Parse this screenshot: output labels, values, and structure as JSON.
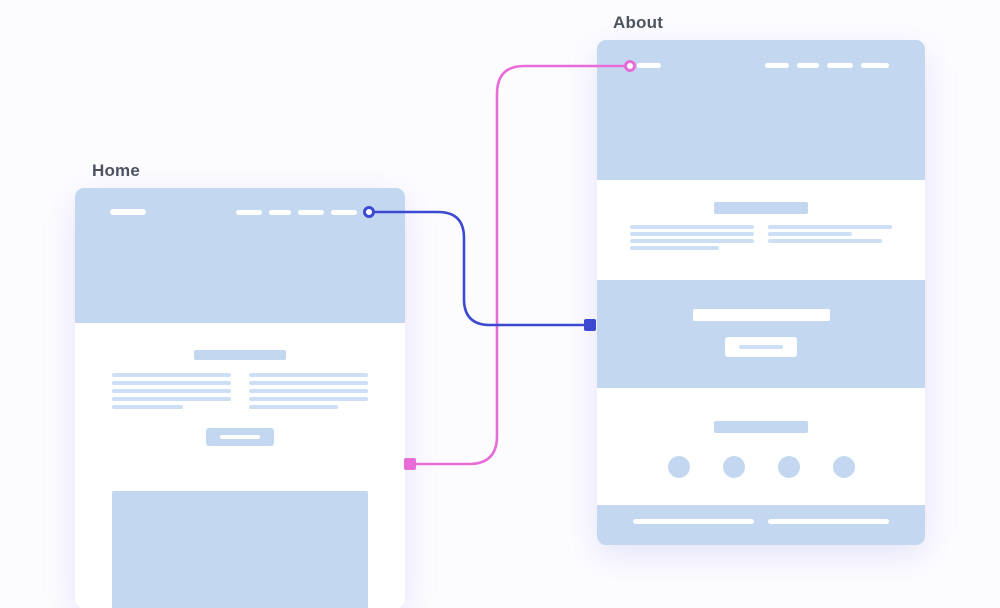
{
  "pages": {
    "home": {
      "label": "Home"
    },
    "about": {
      "label": "About"
    }
  },
  "colors": {
    "canvas_bg": "#fcfcff",
    "wf_blue": "#c3d8f0",
    "wf_blue_soft": "#cddff4",
    "conn_blue": "#3c49d1",
    "conn_pink": "#e86cd7",
    "label_text": "#4d545f"
  },
  "connectors": [
    {
      "id": "blue-flow",
      "from": "home-navbar",
      "to": "about-feature-section",
      "color": "#3c49d1"
    },
    {
      "id": "pink-flow",
      "from": "home-body",
      "to": "about-navbar",
      "color": "#e86cd7"
    }
  ]
}
